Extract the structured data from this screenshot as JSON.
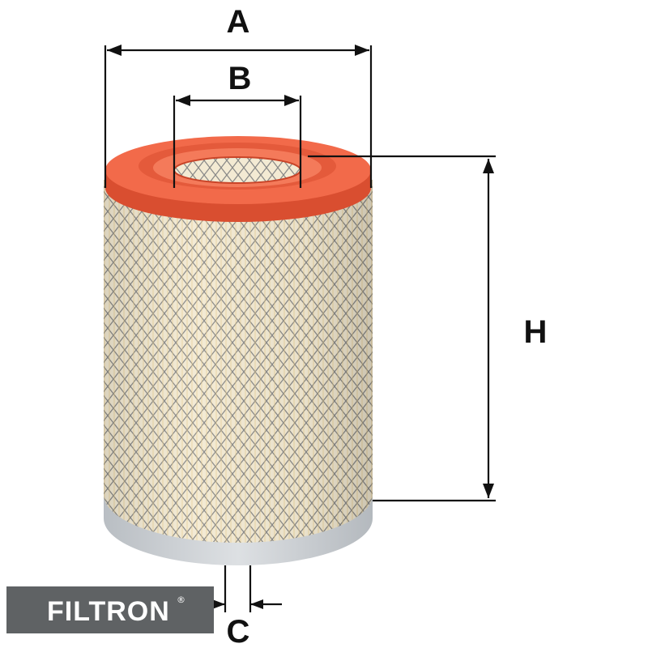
{
  "diagram": {
    "labels": {
      "a": "A",
      "b": "B",
      "h": "H",
      "c": "C"
    }
  },
  "brand": {
    "name": "FILTRON",
    "registered": "®"
  },
  "colors": {
    "cap_red": "#f26a4a",
    "cap_red_dark": "#d94e30",
    "mesh_bg": "#f3ead3",
    "mesh_line": "#8a8a88",
    "pleat": "#e6c98a",
    "bottom_cap": "#c8ccd0",
    "dimension_line": "#111111",
    "brand_bg": "#5f6264"
  }
}
